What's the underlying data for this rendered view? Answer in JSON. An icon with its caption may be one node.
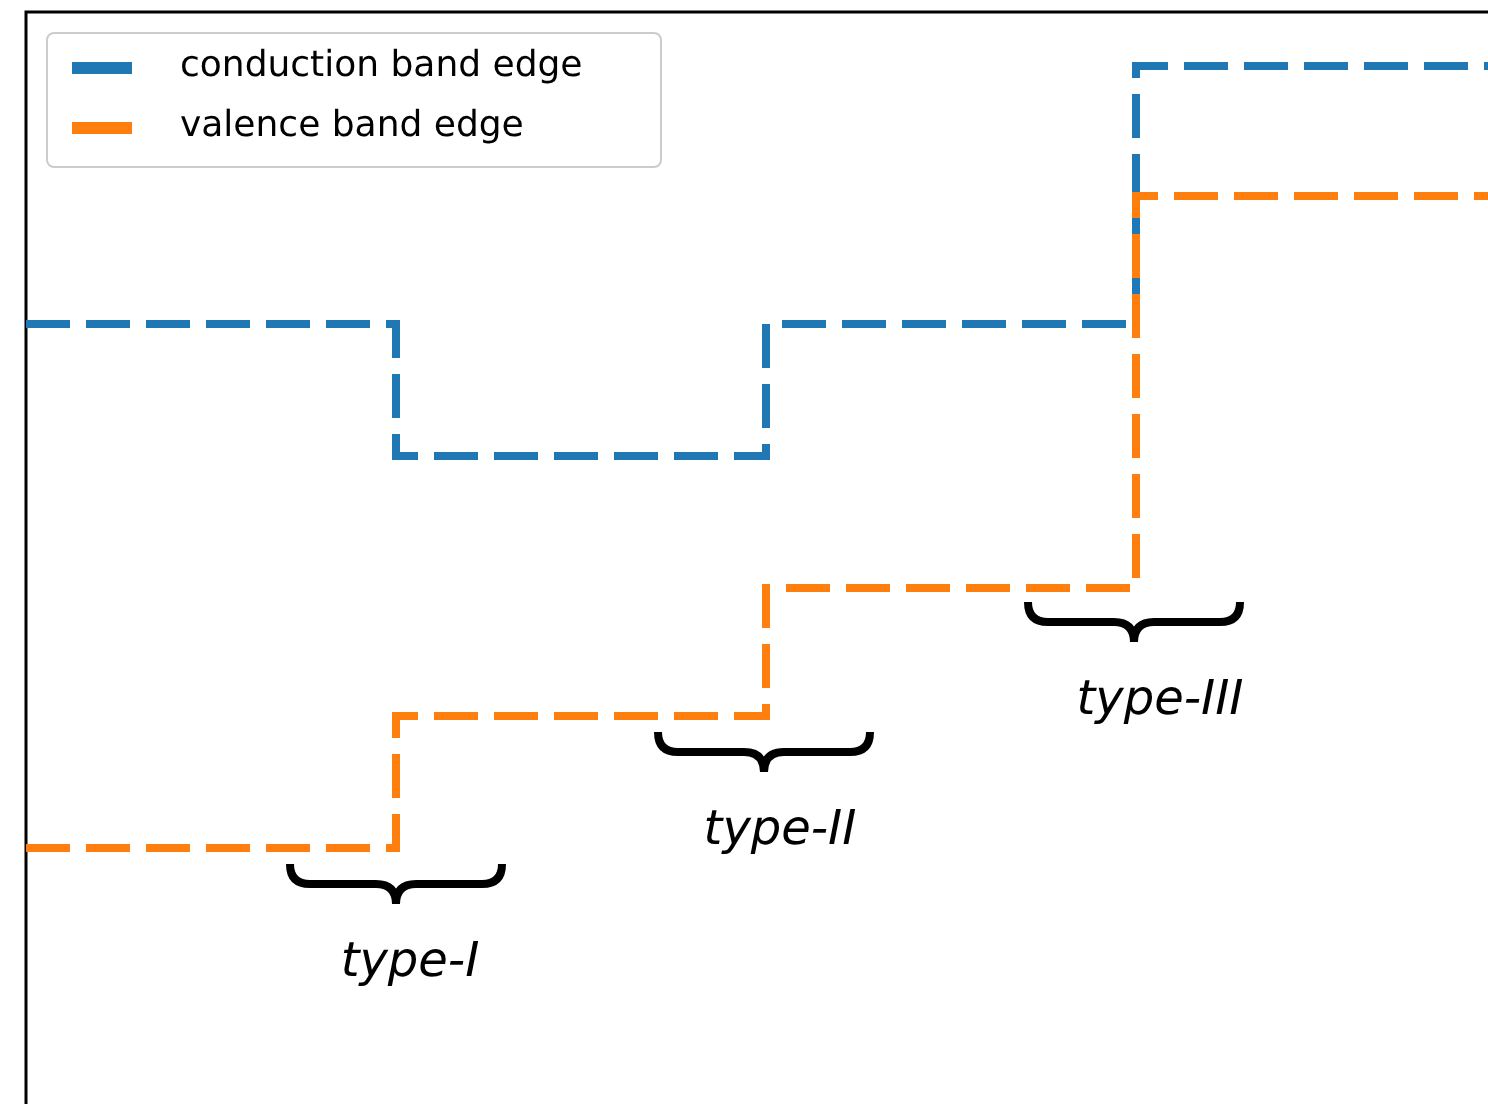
{
  "diagram": {
    "labels": [
      "type-I",
      "type-II",
      "type-III"
    ],
    "legend": [
      {
        "text": "conduction band edge"
      },
      {
        "text": "valence band edge"
      }
    ]
  }
}
